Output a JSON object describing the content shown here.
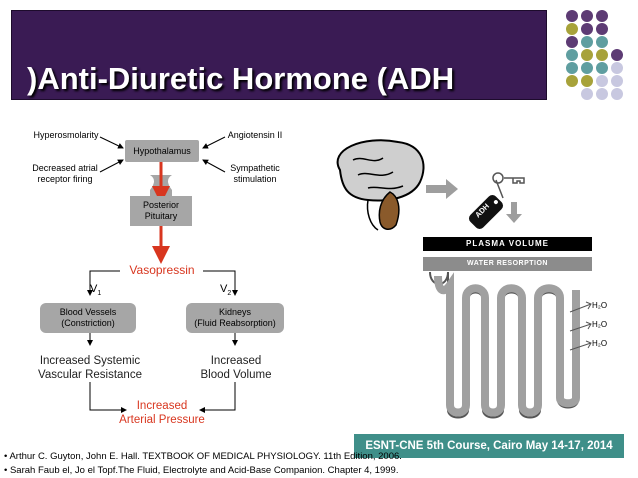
{
  "slide": {
    "title": ")Anti-Diuretic Hormone (ADH"
  },
  "decor": {
    "dot_colors": [
      "#5d3b74",
      "#a7a23a",
      "#5f9ea0",
      "#c8c8e0"
    ]
  },
  "diagram": {
    "inputs": {
      "hyperosmolarity": "Hyperosmolarity",
      "angiotensin": "Angiotensin II",
      "atrial_line1": "Decreased atrial",
      "atrial_line2": "receptor firing",
      "sympathetic_line1": "Sympathetic",
      "sympathetic_line2": "stimulation"
    },
    "hypothalamus": "Hypothalamus",
    "posterior_pituitary_line1": "Posterior",
    "posterior_pituitary_line2": "Pituitary",
    "vasopressin": "Vasopressin",
    "v1": "V",
    "v1_sub": "1",
    "v2": "V",
    "v2_sub": "2",
    "blood_vessels_line1": "Blood Vessels",
    "blood_vessels_line2": "(Constriction)",
    "kidneys_line1": "Kidneys",
    "kidneys_line2": "(Fluid Reabsorption)",
    "svr_line1": "Increased Systemic",
    "svr_line2": "Vascular Resistance",
    "blood_volume_line1": "Increased",
    "blood_volume_line2": "Blood Volume",
    "map_line1": "Increased",
    "map_line2": "Arterial Pressure"
  },
  "illustration": {
    "adh_tag": "ADH",
    "plasma_volume": "PLASMA VOLUME",
    "water_resorption": "WATER RESORPTION",
    "h2o_labels": [
      "H₂O",
      "H₂O",
      "H₂O"
    ]
  },
  "footer": {
    "banner": "ESNT-CNE 5th Course, Cairo May 14-17, 2014",
    "refs": [
      "• Arthur C. Guyton, John E. Hall. TEXTBOOK OF MEDICAL PHYSIOLOGY. 11th Edition, 2006.",
      "• Sarah Faub el, Jo el Topf.The Fluid, Electrolyte and Acid-Base Companion. Chapter 4, 1999."
    ]
  }
}
